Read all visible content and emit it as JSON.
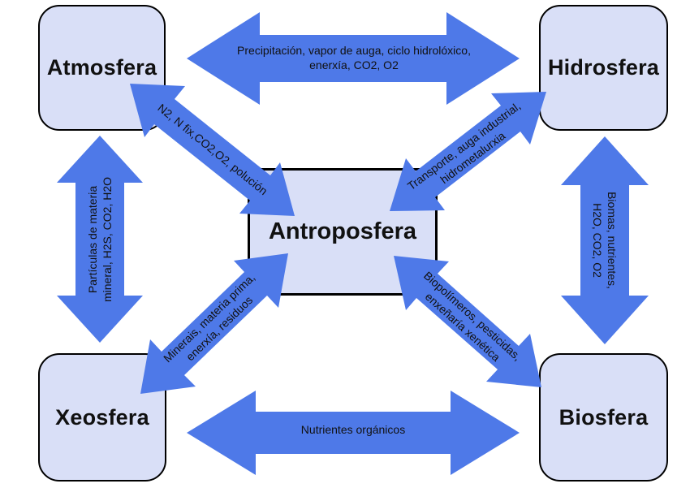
{
  "theme": {
    "background": "#ffffff",
    "arrow_blue": "#4e79e8",
    "box_fill": "#d9dff7",
    "box_border": "#000000",
    "text_color": "#111111"
  },
  "boxes": {
    "atmosfera": {
      "label": "Atmosfera"
    },
    "hidrosfera": {
      "label": "Hidrosfera"
    },
    "xeosfera": {
      "label": "Xeosfera"
    },
    "biosfera": {
      "label": "Biosfera"
    },
    "antroposfera": {
      "label": "Antroposfera"
    }
  },
  "arrows": {
    "atmosfera_hidrosfera": {
      "from": "Atmosfera",
      "to": "Hidrosfera",
      "direction": "bidirectional",
      "label": "Precipitación, vapor de auga, ciclo hidrolóxico,\nenerxía, CO2, O2"
    },
    "xeosfera_biosfera": {
      "from": "Xeosfera",
      "to": "Biosfera",
      "direction": "bidirectional",
      "label": "Nutrientes orgánicos"
    },
    "atmosfera_xeosfera": {
      "from": "Atmosfera",
      "to": "Xeosfera",
      "direction": "bidirectional",
      "label": "Partículas de materia\nmineral, H2S, CO2, H2O"
    },
    "hidrosfera_biosfera": {
      "from": "Hidrosfera",
      "to": "Biosfera",
      "direction": "bidirectional",
      "label": "Biomas, nutrientes,\nH2O, CO2, O2"
    },
    "atmosfera_antroposfera": {
      "from": "Atmosfera",
      "to": "Antroposfera",
      "direction": "bidirectional",
      "label": "N2, N fix,CO2,O2, polución"
    },
    "hidrosfera_antroposfera": {
      "from": "Hidrosfera",
      "to": "Antroposfera",
      "direction": "bidirectional",
      "label": "Transporte, auga industrial,\nhidrometalurxia"
    },
    "xeosfera_antroposfera": {
      "from": "Xeosfera",
      "to": "Antroposfera",
      "direction": "bidirectional",
      "label": "Minerais, materia prima,\nenerxía, residuos"
    },
    "biosfera_antroposfera": {
      "from": "Biosfera",
      "to": "Antroposfera",
      "direction": "bidirectional",
      "label": "Biopolímeros, pesticidas,\nenxeñaría xenética"
    }
  }
}
